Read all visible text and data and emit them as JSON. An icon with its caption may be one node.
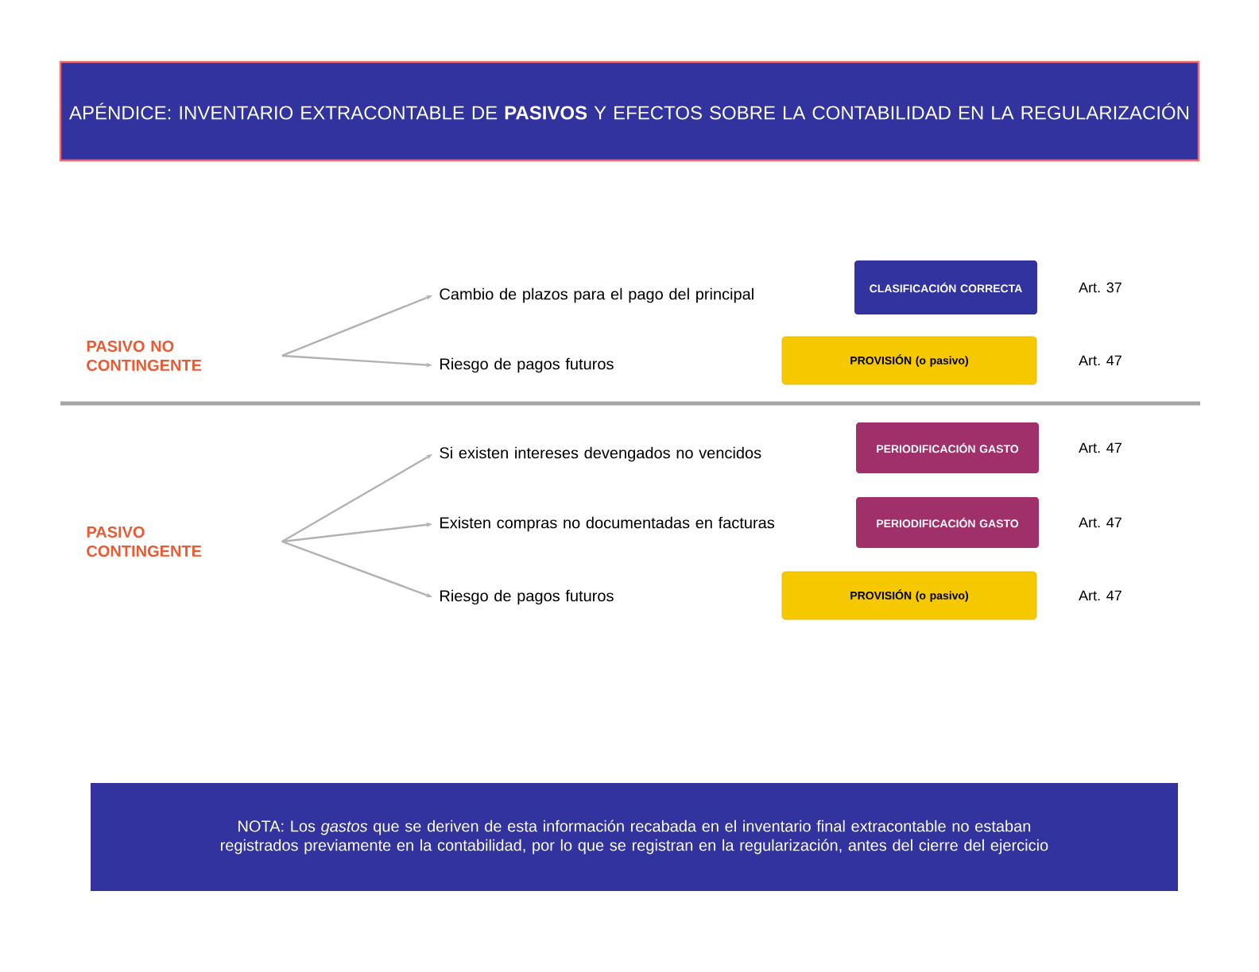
{
  "diagram": {
    "nodes": [
      {
        "text": [
          "APÉNDICE: INVENTARIO EXTRACONTABLE DE **PASIVOS** Y EFECTOS SOBRE LA CONTABILIDAD EN LA REGULARIZACIÓN"
        ]
      },
      {
        "text": [
          "PASIVO NO CONTINGENTE"
        ]
      },
      {
        "text": [
          "Cambio de plazos para el pago del principal"
        ]
      },
      {
        "text": [
          "Riesgo de pagos futuros"
        ]
      },
      {
        "text": [
          "CLASIFICACIÓN CORRECTA"
        ],
        "beside": [
          "Art. 37"
        ]
      },
      {
        "text": [
          "PROVISIÓN (o pasivo)"
        ],
        "beside": [
          "Art. 47"
        ]
      },
      {
        "text": [
          "PASIVO CONTINGENTE"
        ]
      },
      {
        "text": [
          "Si existen intereses devengados no vencidos"
        ]
      },
      {
        "text": [
          "Existen compras no documentadas en facturas"
        ]
      },
      {
        "text": [
          "Riesgo de pagos futuros"
        ]
      },
      {
        "text": [
          "PERIODIFICACIÓN GASTO"
        ],
        "beside": [
          "Art. 47"
        ]
      },
      {
        "text": [
          "PERIODIFICACIÓN GASTO"
        ],
        "beside": [
          "Art. 47"
        ]
      },
      {
        "text": [
          "PROVISIÓN (o pasivo)"
        ],
        "beside": [
          "Art. 47"
        ]
      },
      {
        "text": [
          "NOTA: Los *gastos* que se deriven de esta información recabada en el inventario final extracontable no estaban registrados previamente en la contabilidad, por lo que se registran en la regularización, antes del cierre del ejercicio"
        ]
      }
    ],
    "edges": [
      {
        "from": 1,
        "to": 2,
        "arrow": "to"
      },
      {
        "from": 1,
        "to": 3,
        "arrow": "to"
      },
      {
        "from": 6,
        "to": 7,
        "arrow": "to"
      },
      {
        "from": 6,
        "to": 8,
        "arrow": "to"
      },
      {
        "from": 6,
        "to": 9,
        "arrow": "to"
      }
    ]
  }
}
